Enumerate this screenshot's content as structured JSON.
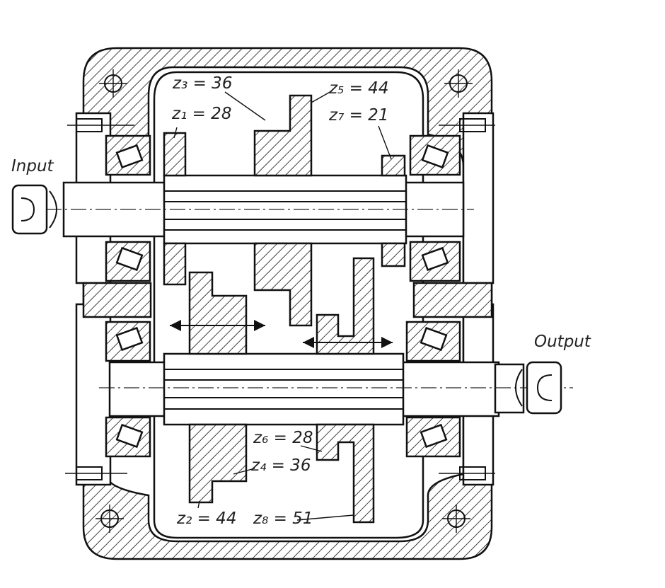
{
  "labels": {
    "input": "Input",
    "output": "Output"
  },
  "gears": {
    "z1": "z₁ = 28",
    "z2": "z₂ = 44",
    "z3": "z₃ = 36",
    "z4": "z₄ = 36",
    "z5": "z₅ = 44",
    "z6": "z₆ = 28",
    "z7": "z₇ = 21",
    "z8": "z₈ = 51"
  },
  "colors": {
    "line": "#111111",
    "background": "#ffffff"
  }
}
